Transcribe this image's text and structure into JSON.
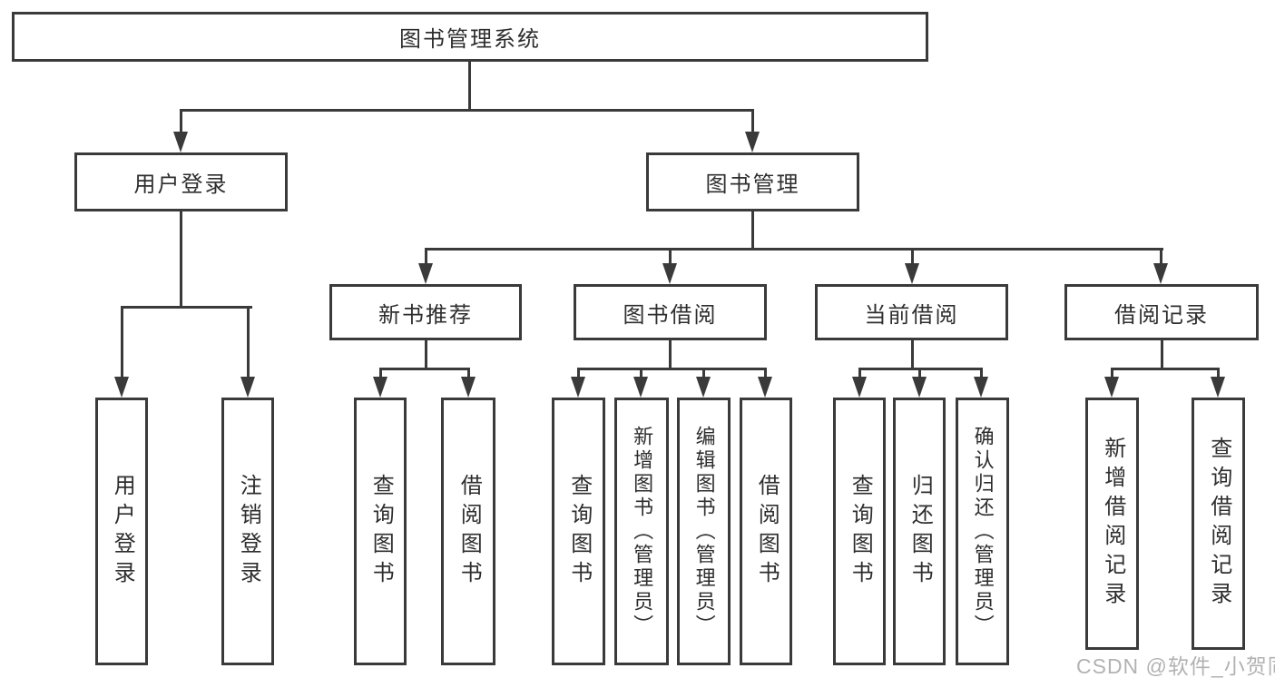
{
  "tree": {
    "label": "图书管理系统",
    "children": [
      {
        "label": "用户登录",
        "children": [
          {
            "label": "用户登录"
          },
          {
            "label": "注销登录"
          }
        ]
      },
      {
        "label": "图书管理",
        "children": [
          {
            "label": "新书推荐",
            "children": [
              {
                "label": "查询图书"
              },
              {
                "label": "借阅图书"
              }
            ]
          },
          {
            "label": "图书借阅",
            "children": [
              {
                "label": "查询图书"
              },
              {
                "label": "新增图书（管理员）"
              },
              {
                "label": "编辑图书（管理员）"
              },
              {
                "label": "借阅图书"
              }
            ]
          },
          {
            "label": "当前借阅",
            "children": [
              {
                "label": "查询图书"
              },
              {
                "label": "归还图书"
              },
              {
                "label": "确认归还（管理员）"
              }
            ]
          },
          {
            "label": "借阅记录",
            "children": [
              {
                "label": "新增借阅记录"
              },
              {
                "label": "查询借阅记录"
              }
            ]
          }
        ]
      }
    ]
  },
  "watermark": {
    "text": "CSDN @软件_小贺同学"
  },
  "colors": {
    "line": "#3a3a3a",
    "text": "#2e2e2e",
    "watermark": "#b2b2b2",
    "background": "#ffffff"
  }
}
